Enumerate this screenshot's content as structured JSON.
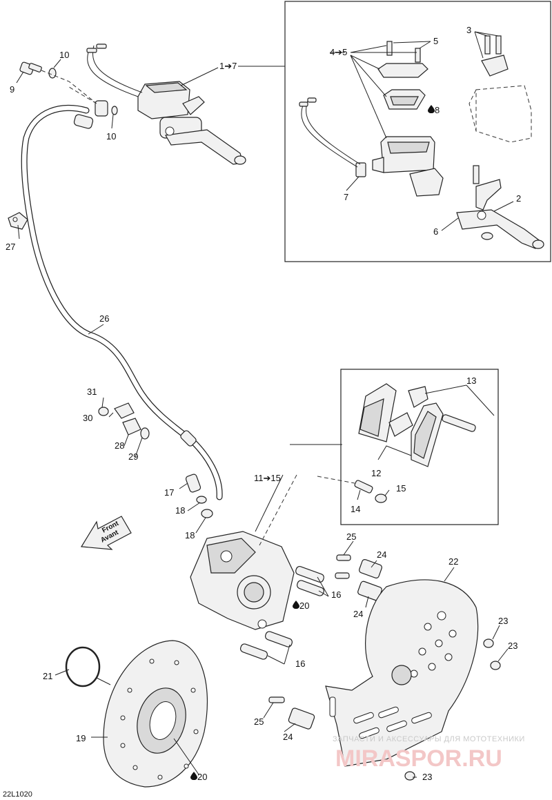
{
  "callouts": {
    "c1_7": "1➔7",
    "c2": "2",
    "c3": "3",
    "c4_5": "4➔5",
    "c5": "5",
    "c6": "6",
    "c7": "7",
    "c8": "8",
    "c9": "9",
    "c10a": "10",
    "c10b": "10",
    "c11_15": "11➔15",
    "c12": "12",
    "c13": "13",
    "c14": "14",
    "c15": "15",
    "c16a": "16",
    "c16b": "16",
    "c17": "17",
    "c18a": "18",
    "c18b": "18",
    "c19": "19",
    "c20a": "20",
    "c20b": "20",
    "c21": "21",
    "c22": "22",
    "c23a": "23",
    "c23b": "23",
    "c23c": "23",
    "c24a": "24",
    "c24b": "24",
    "c24c": "24",
    "c25a": "25",
    "c25b": "25",
    "c26": "26",
    "c27": "27",
    "c28": "28",
    "c29": "29",
    "c30": "30",
    "c31": "31"
  },
  "arrow": {
    "line1": "Front",
    "line2": "Avant"
  },
  "diagram_code": "22L1020",
  "watermark": {
    "text": "ЗАПЧАСТИ И АКСЕССУАРЫ ДЛЯ МОТОТЕХНИКИ",
    "brand": "MIRASPOR.RU"
  },
  "colors": {
    "line": "#222222",
    "part_fill": "#f1f1f1",
    "watermark": "#f3c7c7"
  },
  "icons": {
    "fluid": "drop-icon"
  }
}
